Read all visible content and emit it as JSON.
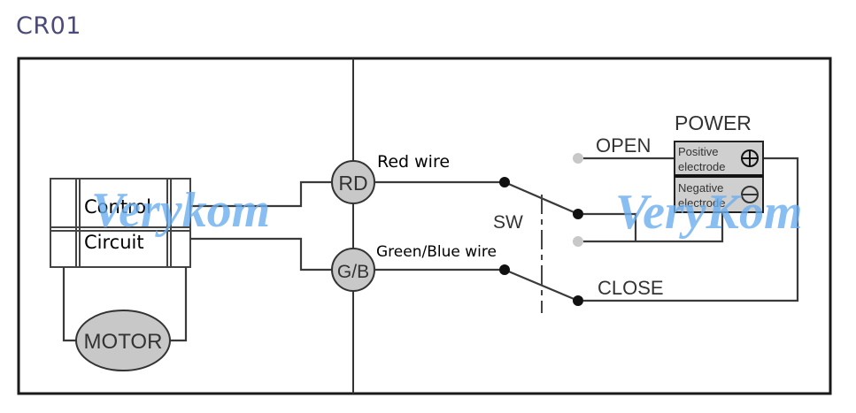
{
  "title": "CR01",
  "diagram": {
    "control_box": {
      "line1": "Control",
      "line2": "Circuit"
    },
    "motor": {
      "label": "MOTOR"
    },
    "terminals": {
      "red": {
        "label": "RD",
        "wire_label": "Red wire"
      },
      "green_blue": {
        "label": "G/B",
        "wire_label": "Green/Blue wire"
      }
    },
    "switch": {
      "label": "SW",
      "open_label": "OPEN",
      "close_label": "CLOSE"
    },
    "power": {
      "title": "POWER",
      "positive": {
        "line1": "Positive",
        "line2": "electrode",
        "symbol": "⊕"
      },
      "negative": {
        "line1": "Negative",
        "line2": "electrode",
        "symbol": "⊖"
      }
    },
    "watermarks": [
      "Verykom",
      "VeryKom"
    ],
    "colors": {
      "terminal_fill": "#c8c8c8",
      "wire": "#3a3a3a",
      "watermark": "#6aaeee",
      "title": "#4b4a78"
    }
  }
}
